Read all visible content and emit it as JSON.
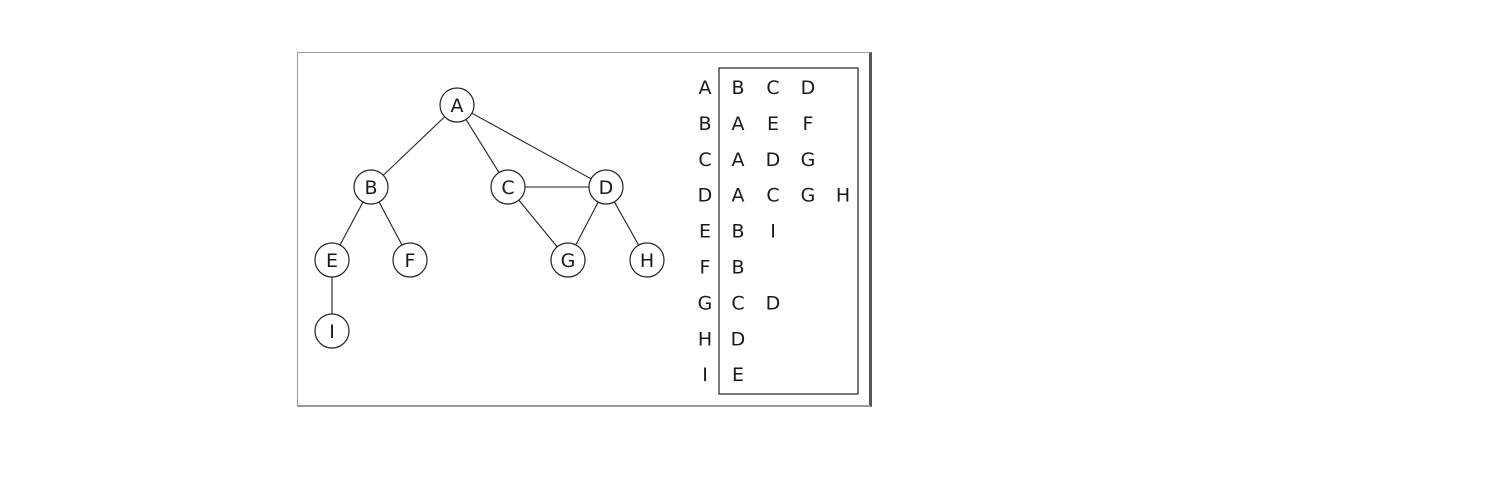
{
  "graph": {
    "nodes": [
      {
        "id": "A",
        "label": "A"
      },
      {
        "id": "B",
        "label": "B"
      },
      {
        "id": "C",
        "label": "C"
      },
      {
        "id": "D",
        "label": "D"
      },
      {
        "id": "E",
        "label": "E"
      },
      {
        "id": "F",
        "label": "F"
      },
      {
        "id": "G",
        "label": "G"
      },
      {
        "id": "H",
        "label": "H"
      },
      {
        "id": "I",
        "label": "I"
      }
    ],
    "edges": [
      [
        "A",
        "B"
      ],
      [
        "A",
        "C"
      ],
      [
        "A",
        "D"
      ],
      [
        "B",
        "E"
      ],
      [
        "B",
        "F"
      ],
      [
        "C",
        "D"
      ],
      [
        "C",
        "G"
      ],
      [
        "D",
        "G"
      ],
      [
        "D",
        "H"
      ],
      [
        "E",
        "I"
      ]
    ]
  },
  "adjacency_list": [
    {
      "vertex": "A",
      "neighbors": [
        "B",
        "C",
        "D"
      ]
    },
    {
      "vertex": "B",
      "neighbors": [
        "A",
        "E",
        "F"
      ]
    },
    {
      "vertex": "C",
      "neighbors": [
        "A",
        "D",
        "G"
      ]
    },
    {
      "vertex": "D",
      "neighbors": [
        "A",
        "C",
        "G",
        "H"
      ]
    },
    {
      "vertex": "E",
      "neighbors": [
        "B",
        "I"
      ]
    },
    {
      "vertex": "F",
      "neighbors": [
        "B"
      ]
    },
    {
      "vertex": "G",
      "neighbors": [
        "C",
        "D"
      ]
    },
    {
      "vertex": "H",
      "neighbors": [
        "D"
      ]
    },
    {
      "vertex": "I",
      "neighbors": [
        "E"
      ]
    }
  ]
}
